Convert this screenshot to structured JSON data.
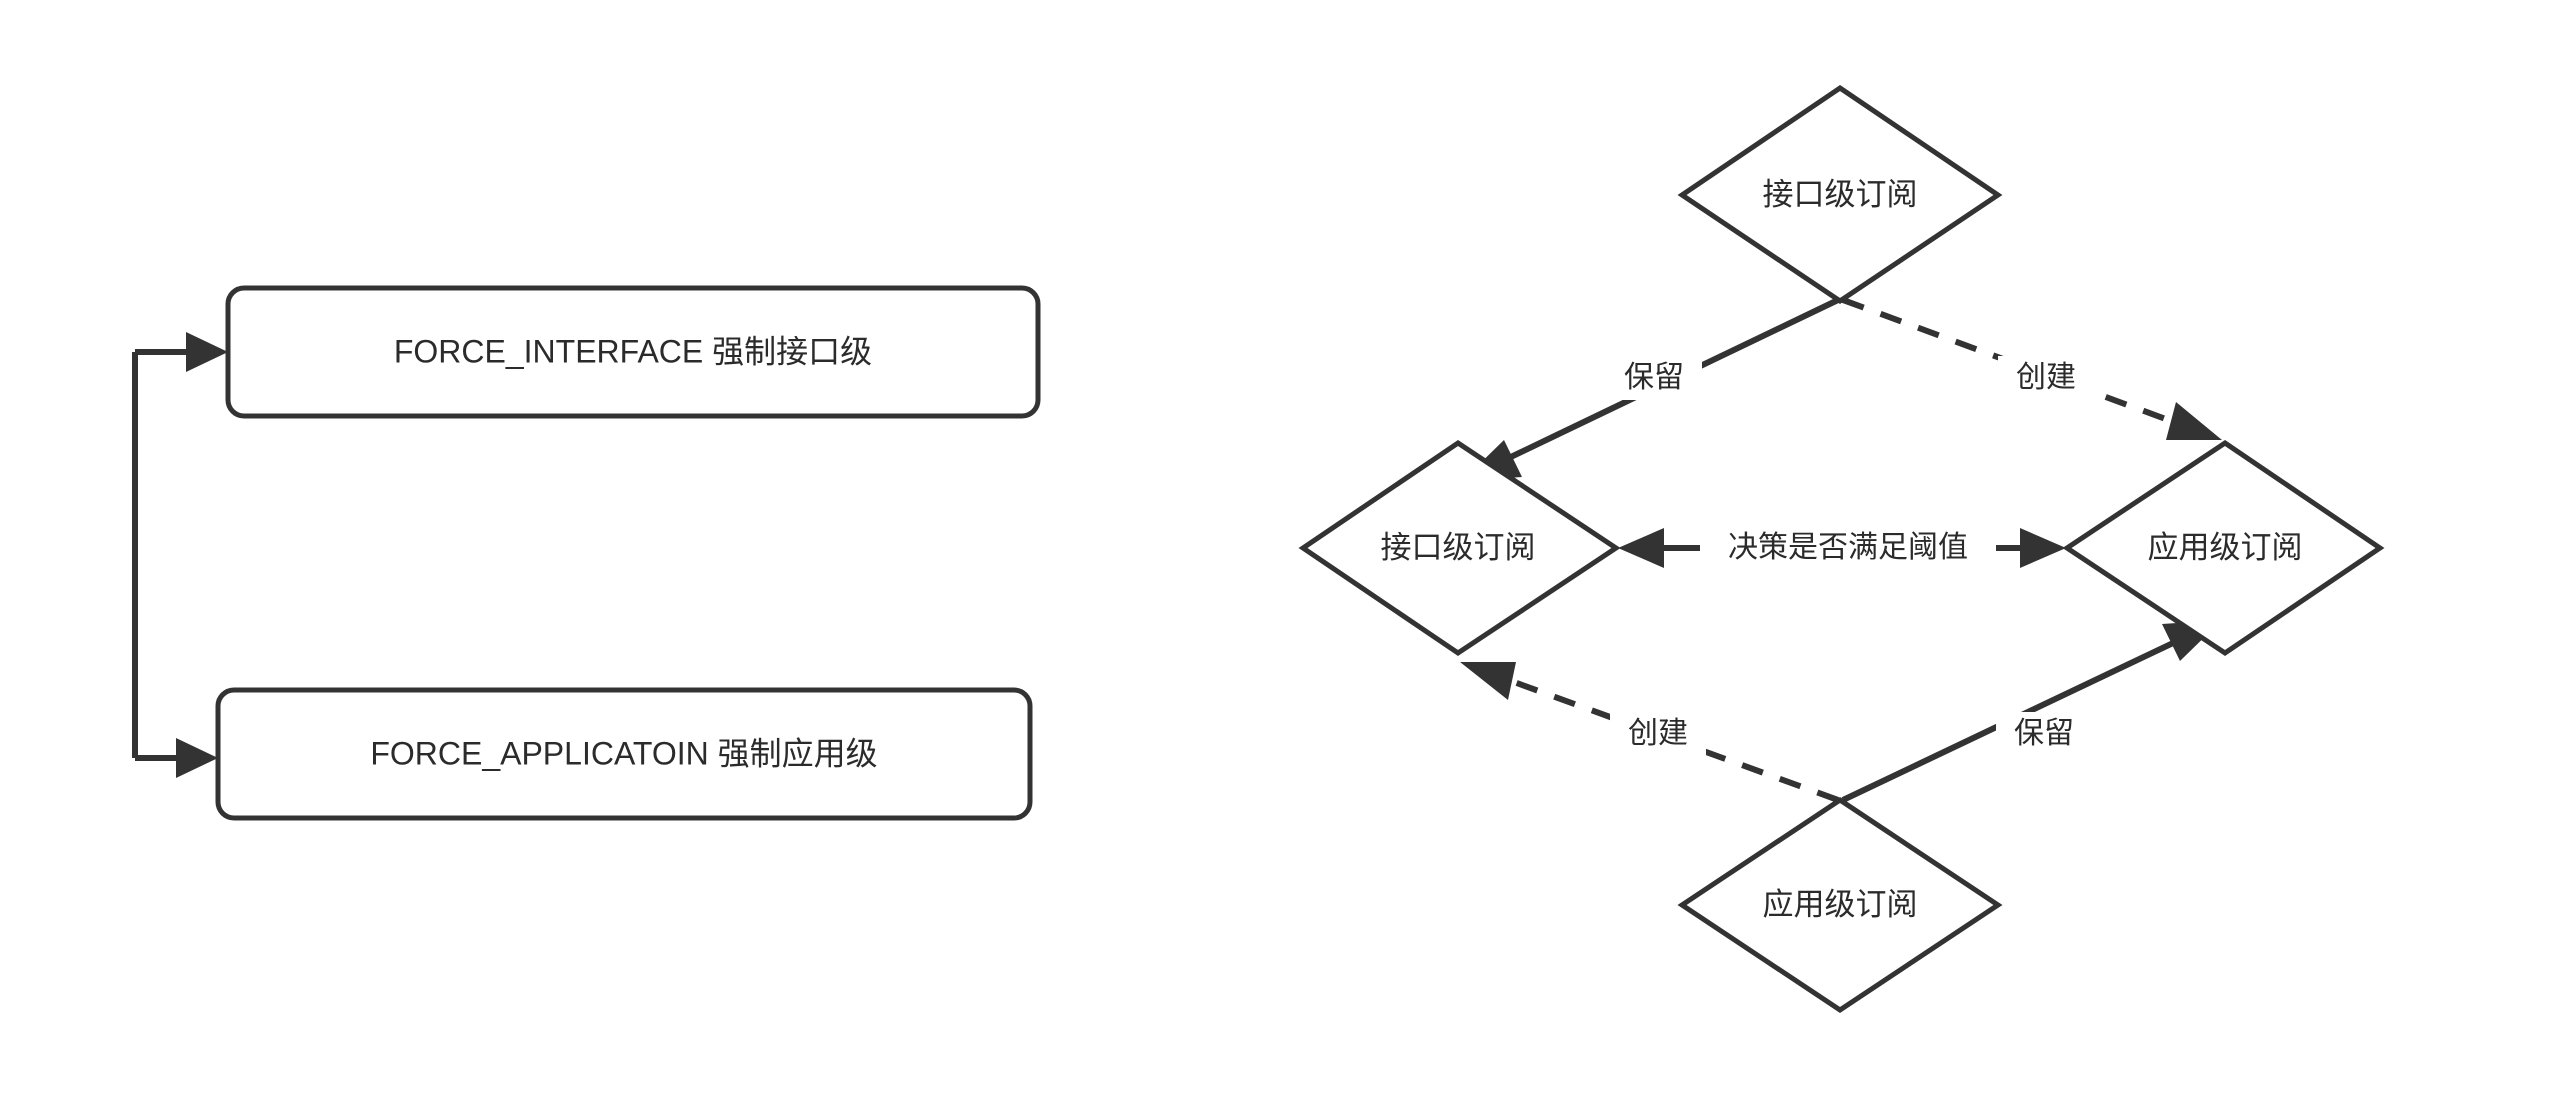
{
  "diagram": {
    "title": "",
    "background_color": "#ffffff",
    "stroke_color": "#333333",
    "text_color": "#2b2b2b",
    "left_group": {
      "nodes": [
        {
          "id": "force-interface",
          "label": "FORCE_INTERFACE 强制接口级",
          "shape": "rounded-rect"
        },
        {
          "id": "force-application",
          "label": "FORCE_APPLICATOIN 强制应用级",
          "shape": "rounded-rect"
        }
      ],
      "edges": [
        {
          "id": "edge-to-force-interface",
          "label": "",
          "style": "solid",
          "arrow": "end"
        },
        {
          "id": "edge-to-force-application",
          "label": "",
          "style": "solid",
          "arrow": "end"
        }
      ]
    },
    "right_group": {
      "nodes": [
        {
          "id": "top-interface-sub",
          "label": "接口级订阅",
          "shape": "diamond"
        },
        {
          "id": "mid-left-interface-sub",
          "label": "接口级订阅",
          "shape": "diamond"
        },
        {
          "id": "mid-right-application-sub",
          "label": "应用级订阅",
          "shape": "diamond"
        },
        {
          "id": "bottom-application-sub",
          "label": "应用级订阅",
          "shape": "diamond"
        }
      ],
      "edges": [
        {
          "id": "edge-top-keep",
          "label": "保留",
          "style": "solid",
          "arrow": "end"
        },
        {
          "id": "edge-top-create",
          "label": "创建",
          "style": "dashed",
          "arrow": "end"
        },
        {
          "id": "edge-threshold",
          "label": "决策是否满足阈值",
          "style": "solid",
          "arrow": "both"
        },
        {
          "id": "edge-bottom-create",
          "label": "创建",
          "style": "dashed",
          "arrow": "end"
        },
        {
          "id": "edge-bottom-keep",
          "label": "保留",
          "style": "solid",
          "arrow": "end"
        }
      ]
    }
  }
}
